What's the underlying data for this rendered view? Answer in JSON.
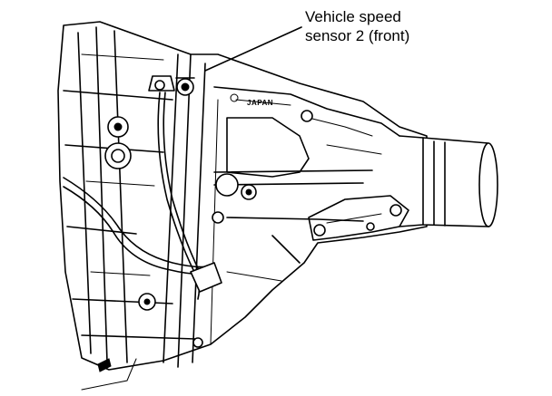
{
  "callout": {
    "line1": "Vehicle speed",
    "line2": "sensor 2 (front)"
  },
  "housing_stamp": "JAPAN"
}
